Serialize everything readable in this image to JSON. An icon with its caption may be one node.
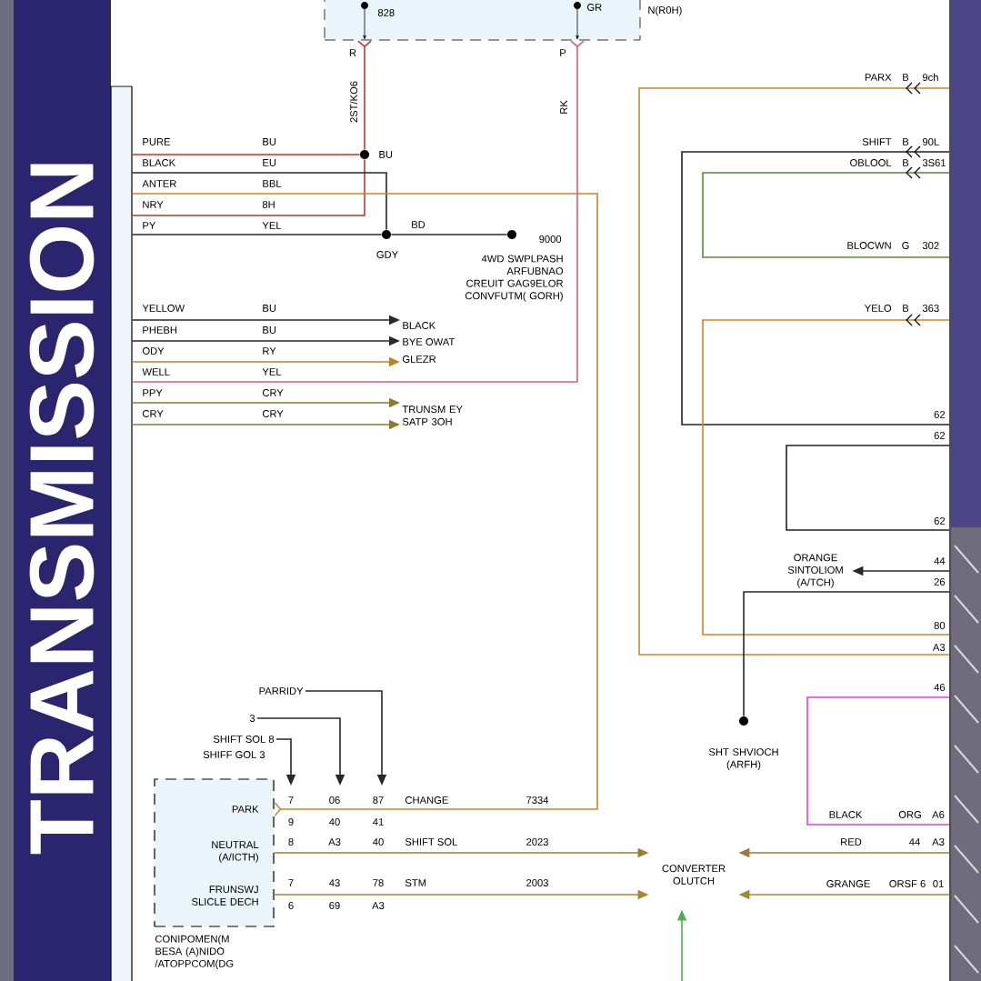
{
  "diagram": {
    "title": "TRANSMISSION",
    "nodes": [
      {
        "text": [
          "828",
          "GR"
        ]
      },
      {
        "text": [],
        "shape": "bar"
      },
      {
        "text": [
          "BU"
        ]
      },
      {
        "text": [
          "GDY"
        ]
      },
      {
        "text": [
          "9000",
          "4WD SWPLPASH ARFUBNAO CREUIT GAG9ELOR CONVFUTM( GORH)"
        ]
      },
      {
        "text": [
          "BLACK"
        ]
      },
      {
        "text": [
          "BYE OWAT"
        ]
      },
      {
        "text": [
          "GLEZR"
        ]
      },
      {
        "text": [
          "TRUNSM EY SATP 3OH"
        ]
      },
      {
        "text": [],
        "shape": "bar"
      },
      {
        "text": [
          "ORANGE SINTOLIOM (A/TCH)"
        ]
      },
      {
        "text": [
          "SHT SHVIOCH (ARFH)"
        ]
      },
      {
        "text": [
          "PARK",
          "NEUTRAL (A/ICTH)",
          "FRUNSWJ SLICLE DECH"
        ],
        "beside": [
          "CONIPOMEN(M BESA (A)NIDO /ATOPPCOM(DG"
        ]
      },
      {
        "text": [
          "CONVERTER OLUTCH"
        ]
      },
      {
        "text": [
          "PARRIDY"
        ]
      },
      {
        "text": [
          "3"
        ]
      },
      {
        "text": [
          "SHIFT SOL 8"
        ]
      }
    ],
    "edges": [
      {
        "from": 1,
        "to": 2,
        "arrow": "none",
        "color": "#c0392b"
      },
      {
        "from": 0,
        "to": 2,
        "arrow": "other",
        "color": "#c0392b"
      },
      {
        "from": 1,
        "to": 2,
        "arrow": "none",
        "color": "#c0392b"
      },
      {
        "from": 1,
        "to": 3,
        "arrow": "none"
      },
      {
        "from": 1,
        "to": 3,
        "arrow": "none"
      },
      {
        "from": 3,
        "to": 4,
        "arrow": "none",
        "label": "BD"
      },
      {
        "from": 12,
        "to": 1,
        "arrow": "other",
        "color": "#c8862a"
      },
      {
        "from": 0,
        "to": 1,
        "arrow": "other",
        "color": "#d9607a"
      },
      {
        "from": 1,
        "to": 5,
        "arrow": "to"
      },
      {
        "from": 1,
        "to": 6,
        "arrow": "to"
      },
      {
        "from": 1,
        "to": 7,
        "arrow": "to",
        "color": "#b8862a"
      },
      {
        "from": 1,
        "to": 8,
        "arrow": "to",
        "color": "#8a7a30"
      },
      {
        "from": 1,
        "to": 8,
        "arrow": "to",
        "color": "#8a7a30"
      },
      {
        "from": 12,
        "to": 13,
        "arrow": "to",
        "color": "#a07a30"
      },
      {
        "from": 12,
        "to": 13,
        "arrow": "to",
        "color": "#a08a30"
      },
      {
        "from": 9,
        "to": 13,
        "arrow": "to",
        "color": "#a07a30"
      },
      {
        "from": 9,
        "to": 13,
        "arrow": "to",
        "color": "#a08a30"
      },
      {
        "from": null,
        "to": 13,
        "arrow": "to",
        "color": "#4caf50"
      },
      {
        "from": 9,
        "to": 10,
        "arrow": "to"
      },
      {
        "from": 9,
        "to": 11,
        "arrow": "none"
      },
      {
        "from": 14,
        "to": null,
        "arrow": "to"
      },
      {
        "from": 15,
        "to": null,
        "arrow": "to"
      },
      {
        "from": 16,
        "to": null,
        "arrow": "to"
      }
    ],
    "labels": [
      "N(R0H)",
      "R",
      "2ST/KO6",
      "P",
      "RK",
      "PARX",
      "B",
      "9ch",
      "PURE",
      "BU",
      "SHIFT",
      "B",
      "90L",
      "BLACK",
      "EU",
      "OBLOOL",
      "B",
      "3S61",
      "ANTER",
      "BBL",
      "NRY",
      "8H",
      "PY",
      "YEL",
      "BLOCWN",
      "G",
      "302",
      "YELLOW",
      "BU",
      "YELO",
      "B",
      "363",
      "PHEBH",
      "BU",
      "ODY",
      "RY",
      "WELL",
      "YEL",
      "PPY",
      "CRY",
      "CRY",
      "CRY",
      "62",
      "62",
      "62",
      "44",
      "26",
      "80",
      "A3",
      "46",
      "SHIFF GOL 3",
      "7",
      "06",
      "87",
      "CHANGE",
      "7334",
      "9",
      "40",
      "41",
      "8",
      "A3",
      "40",
      "SHIFT SOL",
      "2023",
      "7",
      "43",
      "78",
      "STM",
      "2003",
      "6",
      "69",
      "A3",
      "BLACK",
      "ORG",
      "A6",
      "RED",
      "44",
      "A3",
      "GRANGE",
      "ORSF 6",
      "01"
    ]
  }
}
